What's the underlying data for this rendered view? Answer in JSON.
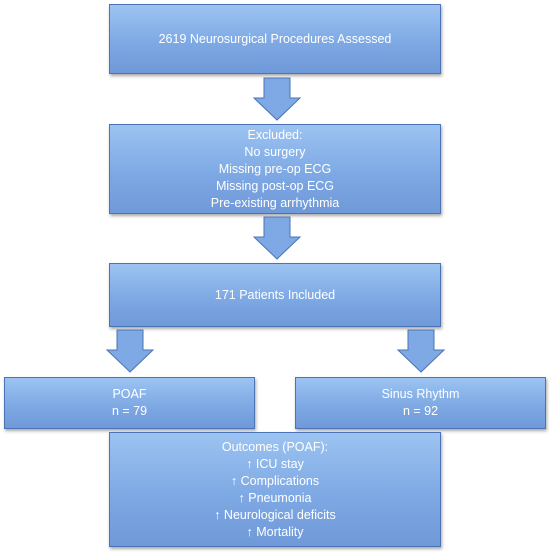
{
  "flowchart": {
    "assessed": {
      "text": "2619 Neurosurgical Procedures Assessed"
    },
    "excluded": {
      "title": "Excluded:",
      "items": [
        "No surgery",
        "Missing pre-op ECG",
        "Missing post-op ECG",
        "Pre-existing arrhythmia"
      ]
    },
    "included": {
      "text": "171 Patients Included"
    },
    "poaf": {
      "label": "POAF",
      "count": "n = 79"
    },
    "sinus": {
      "label": "Sinus Rhythm",
      "count": "n = 92"
    },
    "outcomes": {
      "title": "Outcomes (POAF):",
      "items": [
        "↑ ICU stay",
        "↑ Complications",
        "↑ Pneumonia",
        "↑ Neurological deficits",
        "↑ Mortality"
      ]
    }
  },
  "colors": {
    "box_fill_top": "#9cc3f1",
    "box_fill_bottom": "#6f99d8",
    "box_border": "#4a74b5",
    "arrow_fill": "#7ea9e4",
    "text": "#ffffff"
  }
}
